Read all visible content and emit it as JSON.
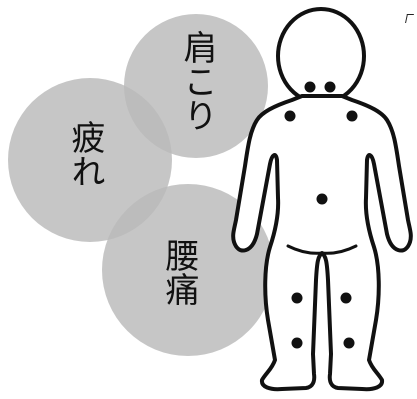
{
  "circles": [
    {
      "label": "肩こり",
      "color": "#b4b4b4"
    },
    {
      "label": "疲れ",
      "color": "#b4b4b4"
    },
    {
      "label": "腰痛",
      "color": "#b4b4b4"
    }
  ],
  "figure": {
    "description_icon": "human-body-back-icon",
    "outline_color": "#111111",
    "fill_color": "#ffffff",
    "point_color": "#111111"
  }
}
